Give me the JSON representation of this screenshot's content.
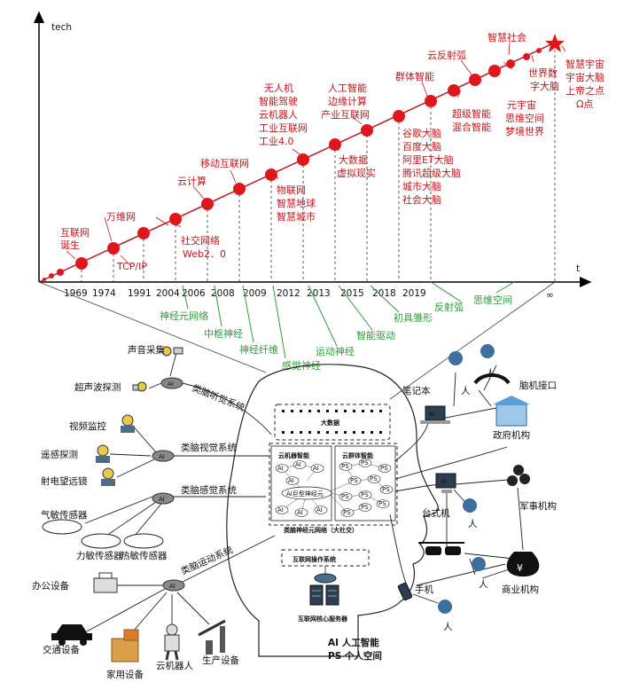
{
  "axis": {
    "y_label": "tech",
    "x_label": "t",
    "infinity": "∞"
  },
  "years": [
    "1969",
    "1974",
    "1991",
    "2004",
    "2006",
    "2008",
    "2009",
    "2012",
    "2013",
    "2015",
    "2018",
    "2019"
  ],
  "milestones": {
    "internet_born": [
      "互联网",
      "诞生"
    ],
    "www": "万维网",
    "tcpip": "TCP/IP",
    "social": [
      "社交网络",
      "Web2．0"
    ],
    "cloud_computing": "云计算",
    "mobile_internet": "移动互联网",
    "iot": [
      "物联网",
      "智慧地球",
      "智慧城市"
    ],
    "unmanned": [
      "无人机",
      "智能驾驶",
      "云机器人",
      "工业互联网",
      "工业4.0"
    ],
    "ai_edge": [
      "人工智能",
      "边缘计算",
      "产业互联网"
    ],
    "bigdata": [
      "大数据",
      "虚拟现实"
    ],
    "swarm": "群体智能",
    "brains": [
      "谷歌大脑",
      "百度大脑",
      "阿里ET大脑",
      "腾讯超级大脑",
      "城市大脑",
      "社会大脑"
    ],
    "cloud_reflex": "云反射弧",
    "super_ai": [
      "超级智能",
      "混合智能"
    ],
    "smart_society": "智慧社会",
    "metaverse": [
      "元宇宙",
      "思维空间",
      "梦境世界"
    ],
    "world_brain": [
      "世界数",
      "字大脑"
    ],
    "omega": [
      "智慧宇宙",
      "宇宙大脑",
      "上帝之点",
      "Ω点"
    ]
  },
  "nerve_stages": [
    "神经元网络",
    "中枢神经",
    "神经纤维",
    "感觉神经",
    "运动神经",
    "智能驱动",
    "初具雏形",
    "反射弧",
    "思维空间"
  ],
  "left": {
    "audio": "声音采集",
    "ultrasonic": "超声波探测",
    "hearing_system": "类脑听觉系统",
    "video": "视频监控",
    "remote": "遥感探测",
    "telescope": "射电望远镜",
    "vision_system": "类脑视觉系统",
    "sensing_system": "类脑感觉系统",
    "gas": "气敏传感器",
    "force": "力敏传感器",
    "heat": "热敏传感器",
    "motor_system": "类脑运动系统",
    "office": "办公设备",
    "traffic": "交通设备",
    "home": "家用设备",
    "robot": "云机器人",
    "production": "生产设备",
    "ai_tag": "AI"
  },
  "brain": {
    "bigdata": "大数据",
    "cloud_robot": "云机器智能",
    "cloud_swarm": "云群体智能",
    "ai_neuron": "AI巨型神经元",
    "network": "类脑神经元网络（大社交）",
    "os": "互联网操作系统",
    "core": "互联网核心服务器",
    "ai_node": "AI",
    "ps_node": "PS"
  },
  "right": {
    "laptop": "笔记本",
    "bci": "脑机接口",
    "gov": "政府机构",
    "desktop": "台式机",
    "military": "军事机构",
    "business": "商业机构",
    "phone": "手机",
    "person": "人",
    "yen": "¥"
  },
  "legend": {
    "ai": "AI 人工智能",
    "ps": "PS 个人空间"
  }
}
